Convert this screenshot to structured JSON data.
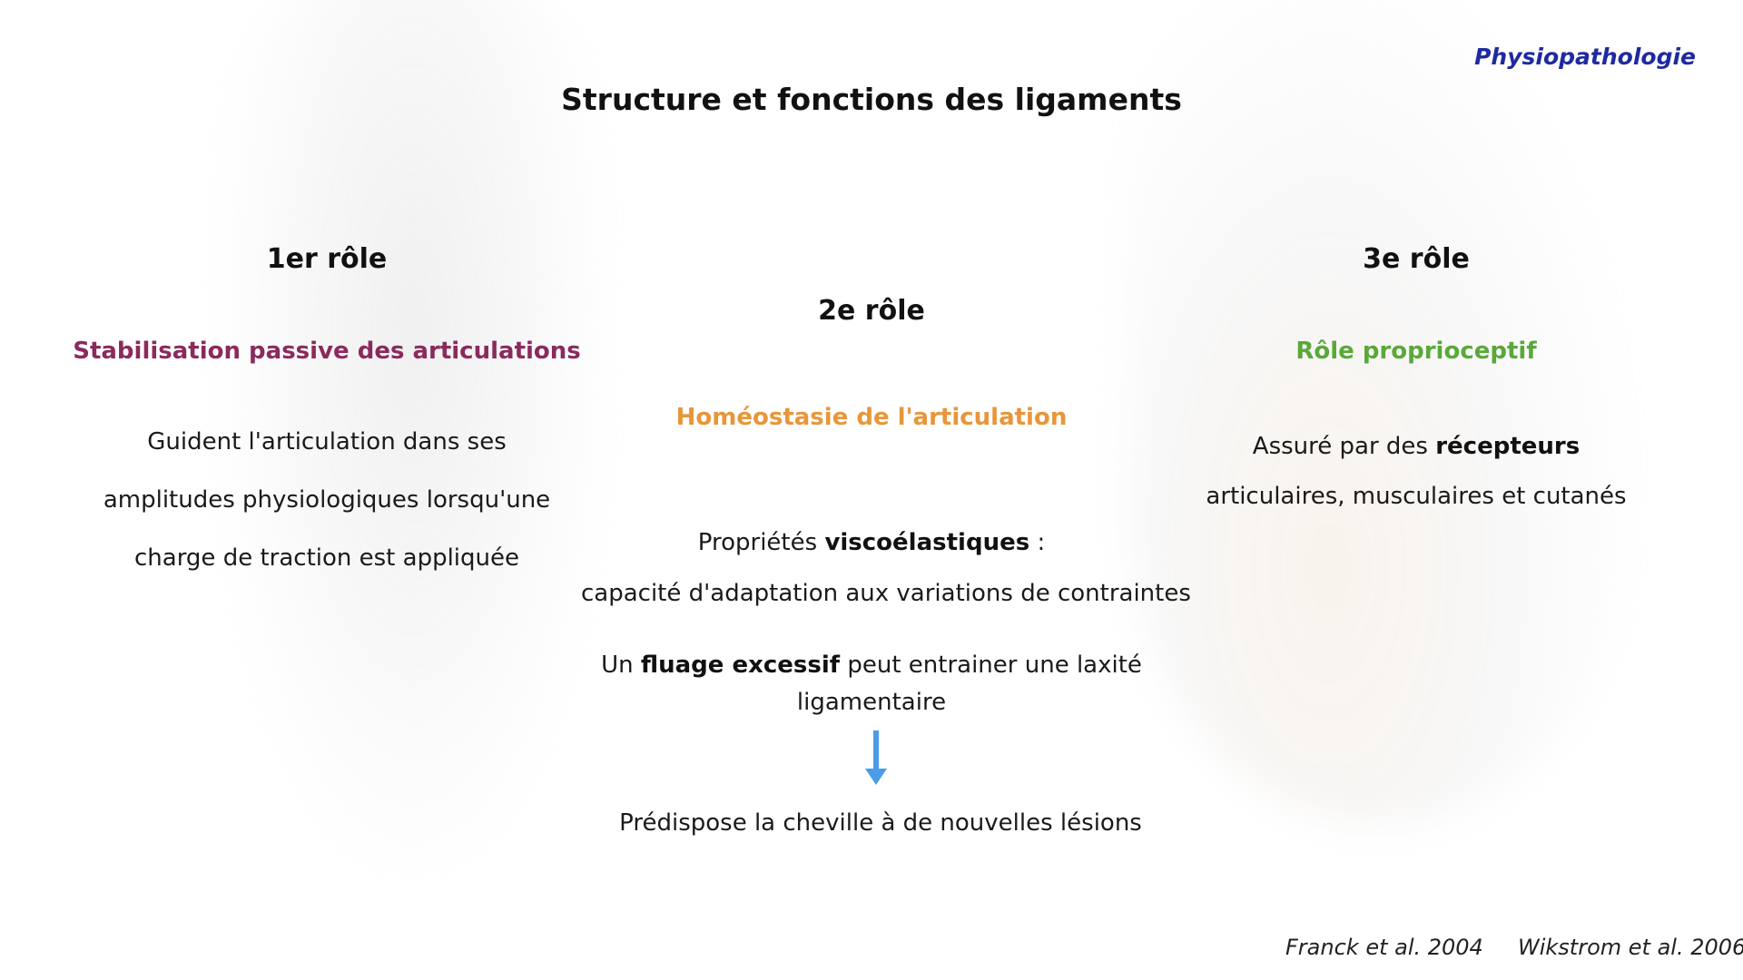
{
  "header": {
    "section_tag": "Physiopathologie",
    "title": "Structure et fonctions des ligaments"
  },
  "roles": [
    {
      "heading": "1er rôle",
      "subtitle": "Stabilisation passive des articulations",
      "subtitle_color": "#8b2a5c",
      "lines": [
        "Guident l'articulation dans ses",
        "amplitudes physiologiques lorsqu'une",
        "charge de traction est appliquée"
      ]
    },
    {
      "heading": "2e rôle",
      "subtitle": "Homéostasie de l'articulation",
      "subtitle_color": "#e8963a",
      "viscoelastic": {
        "before": "Propriétés ",
        "bold": "viscoélastiques",
        "after": " :"
      },
      "adaptation": "capacité d'adaptation aux variations de contraintes",
      "creep": {
        "before": "Un ",
        "bold": "fluage excessif",
        "after": " peut entrainer une laxité",
        "line2": "ligamentaire"
      },
      "arrow_icon": "arrow-down-icon",
      "arrow_color": "#4a9be8",
      "consequence": "Prédispose la cheville à de nouvelles lésions"
    },
    {
      "heading": "3e rôle",
      "subtitle": "Rôle proprioceptif",
      "subtitle_color": "#5aa83a",
      "receptors": {
        "before": "Assuré par des ",
        "bold": "récepteurs"
      },
      "receptors_line2": "articulaires, musculaires et cutanés"
    }
  ],
  "references": [
    "Franck et al. 2004",
    "Wikstrom et al. 2006"
  ],
  "colors": {
    "section_tag": "#1f2aa0",
    "text": "#111111"
  }
}
